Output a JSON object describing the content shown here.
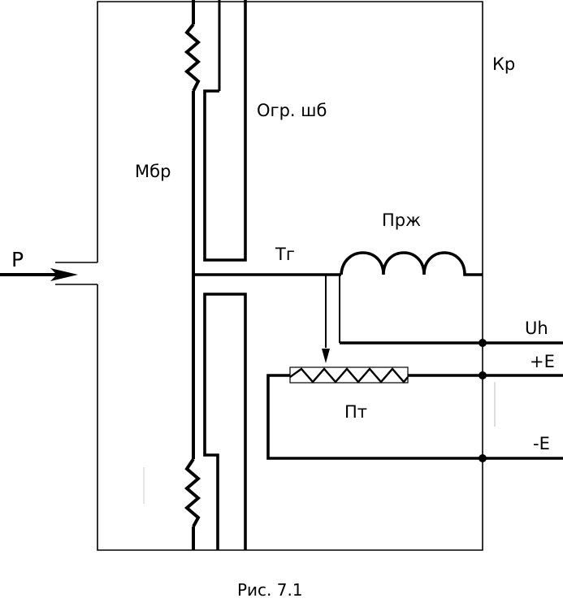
{
  "figure": {
    "caption": "Рис. 7.1",
    "line_color": "#000000",
    "background": "#ffffff"
  },
  "labels": {
    "pressure": "P",
    "membrane": "Мбр",
    "limit_washer": "Огр. шб",
    "housing": "Кр",
    "rod": "Тг",
    "spring": "Прж",
    "potentiometer": "Пт",
    "output_voltage": "Uh",
    "supply_plus": "+E",
    "supply_minus": "-E"
  }
}
